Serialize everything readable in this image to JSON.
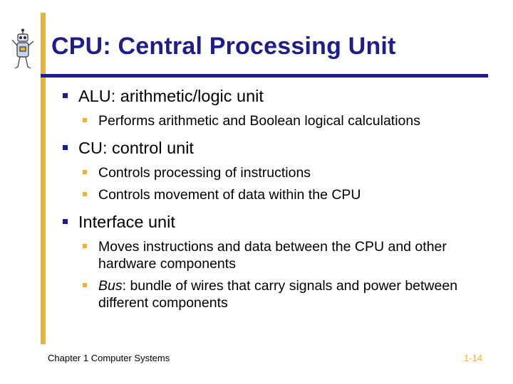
{
  "colors": {
    "accent": "#f2b12c",
    "primary": "#1f1d8c"
  },
  "logo": {
    "icon": "cartoon-robot-icon"
  },
  "title": "CPU: Central Processing Unit",
  "items": [
    {
      "label": "ALU: arithmetic/logic unit",
      "subs": [
        {
          "text": "Performs arithmetic and Boolean logical calculations"
        }
      ]
    },
    {
      "label": "CU: control unit",
      "subs": [
        {
          "text": "Controls processing of instructions"
        },
        {
          "text": "Controls movement of data within the CPU"
        }
      ]
    },
    {
      "label": "Interface unit",
      "subs": [
        {
          "text": "Moves instructions and data between the CPU and other hardware components"
        },
        {
          "term": "Bus",
          "text": ": bundle of wires that carry signals and power between different components"
        }
      ]
    }
  ],
  "footer": {
    "left": "Chapter 1 Computer Systems",
    "right": "1-14"
  }
}
